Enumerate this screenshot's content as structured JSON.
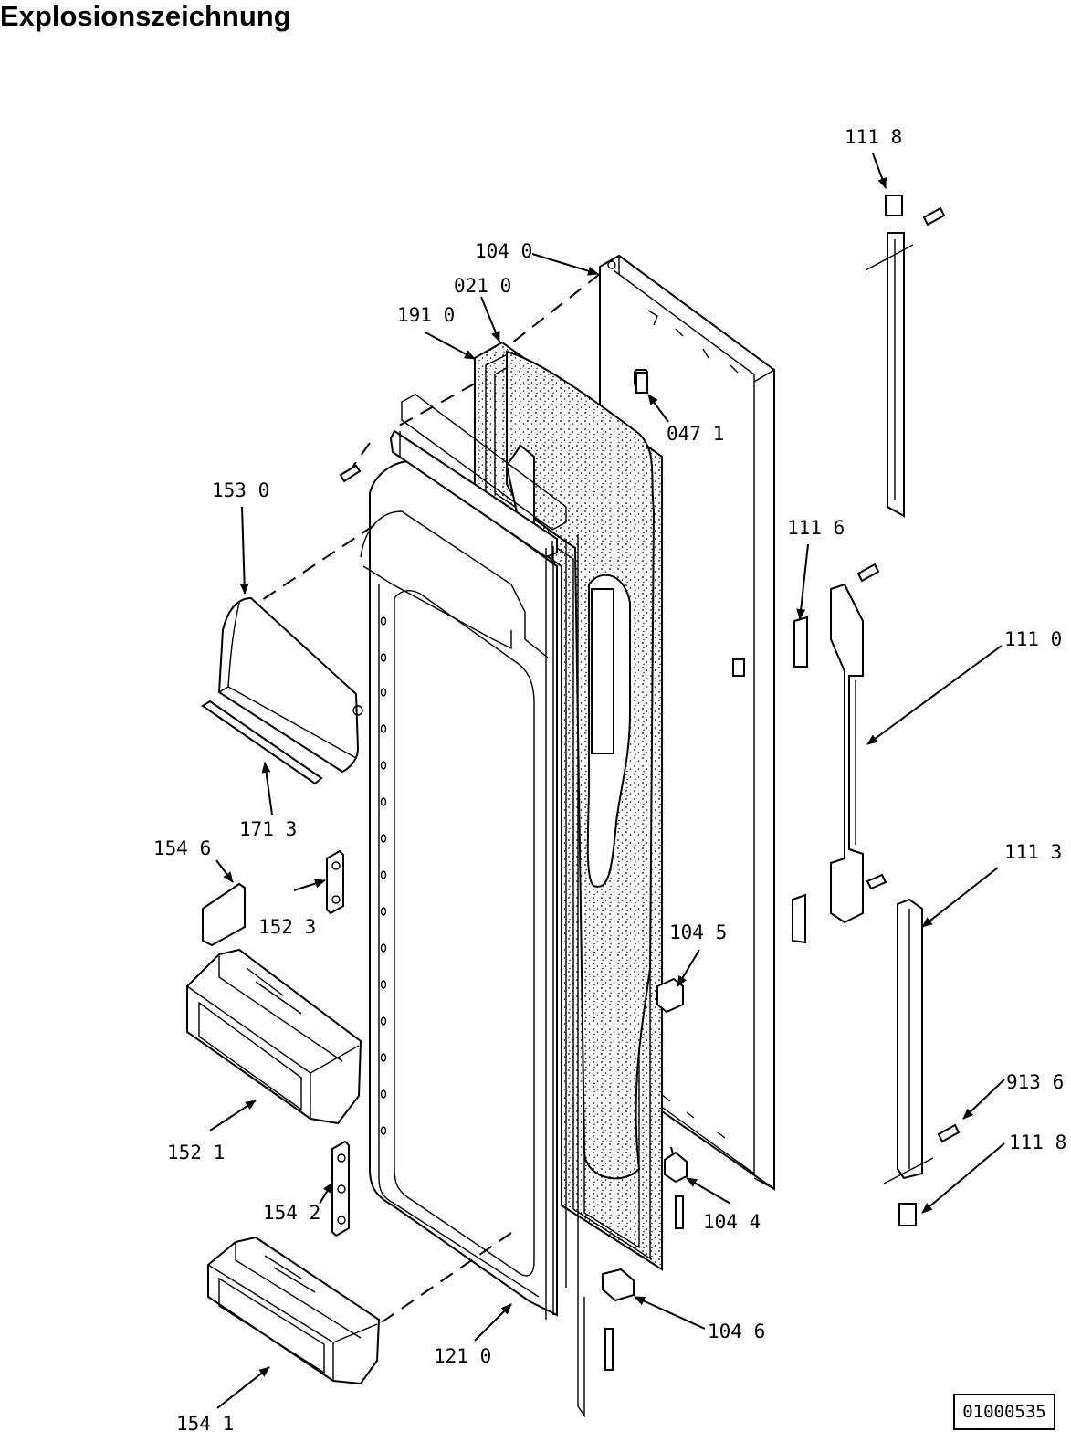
{
  "title": "Explosionszeichnung",
  "document_number": "01000535",
  "callouts": [
    {
      "id": "c-111-8-top",
      "text": "111 8"
    },
    {
      "id": "c-104-0",
      "text": "104 0"
    },
    {
      "id": "c-021-0",
      "text": "021 0"
    },
    {
      "id": "c-191-0",
      "text": "191 0"
    },
    {
      "id": "c-047-1",
      "text": "047 1"
    },
    {
      "id": "c-153-0",
      "text": "153 0"
    },
    {
      "id": "c-111-6",
      "text": "111 6"
    },
    {
      "id": "c-111-0",
      "text": "111 0"
    },
    {
      "id": "c-171-3",
      "text": "171 3"
    },
    {
      "id": "c-154-6",
      "text": "154 6"
    },
    {
      "id": "c-111-3",
      "text": "111 3"
    },
    {
      "id": "c-152-3",
      "text": "152 3"
    },
    {
      "id": "c-104-5",
      "text": "104 5"
    },
    {
      "id": "c-913-6",
      "text": "913 6"
    },
    {
      "id": "c-152-1",
      "text": "152 1"
    },
    {
      "id": "c-111-8-bottom",
      "text": "111 8"
    },
    {
      "id": "c-154-2",
      "text": "154 2"
    },
    {
      "id": "c-104-4",
      "text": "104 4"
    },
    {
      "id": "c-104-6",
      "text": "104 6"
    },
    {
      "id": "c-121-0",
      "text": "121 0"
    },
    {
      "id": "c-154-1",
      "text": "154 1"
    }
  ]
}
